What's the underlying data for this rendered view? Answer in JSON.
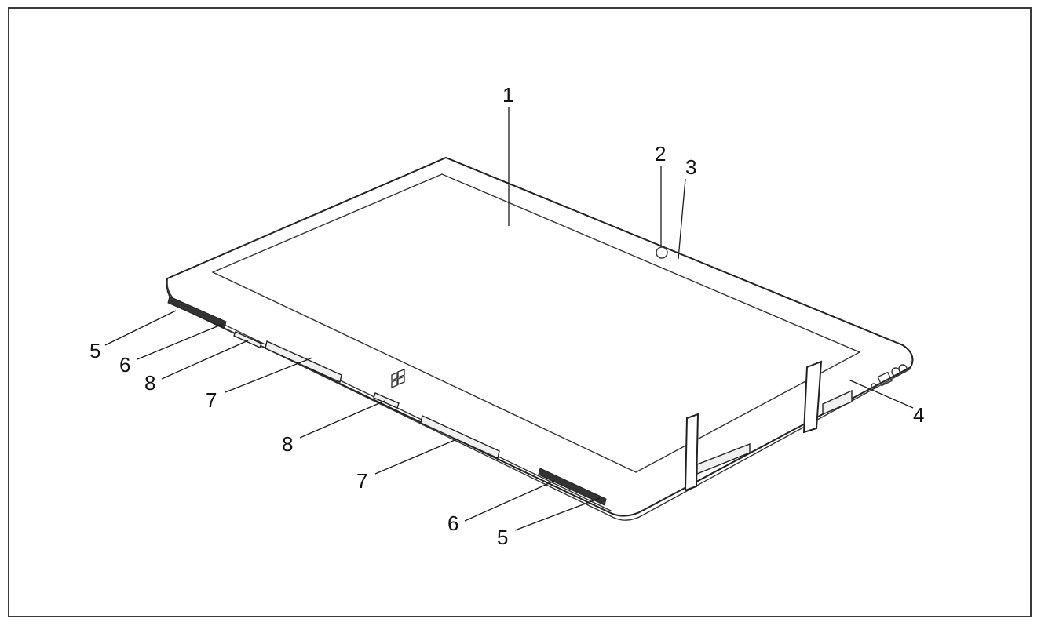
{
  "figure": {
    "callouts": [
      {
        "id": "screen",
        "label": "1"
      },
      {
        "id": "camera",
        "label": "2"
      },
      {
        "id": "ambient-light-sensor",
        "label": "3"
      },
      {
        "id": "status-indicator",
        "label": "4"
      },
      {
        "id": "speaker-left",
        "label": "5"
      },
      {
        "id": "microphone-left",
        "label": "6"
      },
      {
        "id": "docking-connector-left",
        "label": "8"
      },
      {
        "id": "keyboard-connector-left",
        "label": "7"
      },
      {
        "id": "docking-connector-center",
        "label": "8"
      },
      {
        "id": "keyboard-connector-center",
        "label": "7"
      },
      {
        "id": "microphone-right",
        "label": "6"
      },
      {
        "id": "speaker-right",
        "label": "5"
      }
    ],
    "colors": {
      "line": "#222222",
      "background": "#ffffff",
      "frame": "#3a3a3a"
    },
    "icons": {
      "windows_button": "windows-logo-icon"
    }
  }
}
